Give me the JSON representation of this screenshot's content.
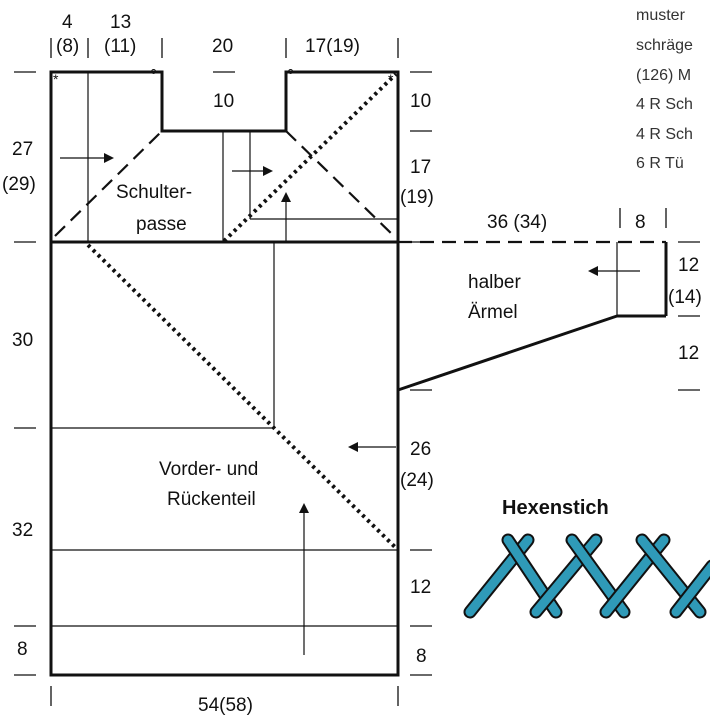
{
  "top_dims": {
    "d1": "4",
    "d1b": "(8)",
    "d2": "13",
    "d2b": "(11)",
    "d3": "20",
    "d3b": "10",
    "d4": "17(19)"
  },
  "left_dims": {
    "l1": "27",
    "l1b": "(29)",
    "l2": "30",
    "l3": "32",
    "l4": "8"
  },
  "right_dims": {
    "r1": "10",
    "r2": "17",
    "r2b": "(19)",
    "r3": "26",
    "r3b": "(24)",
    "r4": "12",
    "r5": "8"
  },
  "bottom_dim": "54(58)",
  "yoke_label": {
    "line1": "Schulter-",
    "line2": "passe"
  },
  "body_label": {
    "line1": "Vorder- und",
    "line2": "Rückenteil"
  },
  "sleeve": {
    "width": "36 (34)",
    "cuff": "8",
    "label1": "halber",
    "label2": "Ärmel",
    "h1": "12",
    "h1b": "(14)",
    "h2": "12"
  },
  "text_snippet": [
    "muster",
    "schräge",
    "(126) M",
    "4 R Sch",
    "4 R Sch",
    "6  R  Tü"
  ],
  "markers": {
    "star": "*",
    "circle": "°"
  },
  "hexenstich": {
    "title": "Hexenstich",
    "color": "#2f9ab8"
  }
}
